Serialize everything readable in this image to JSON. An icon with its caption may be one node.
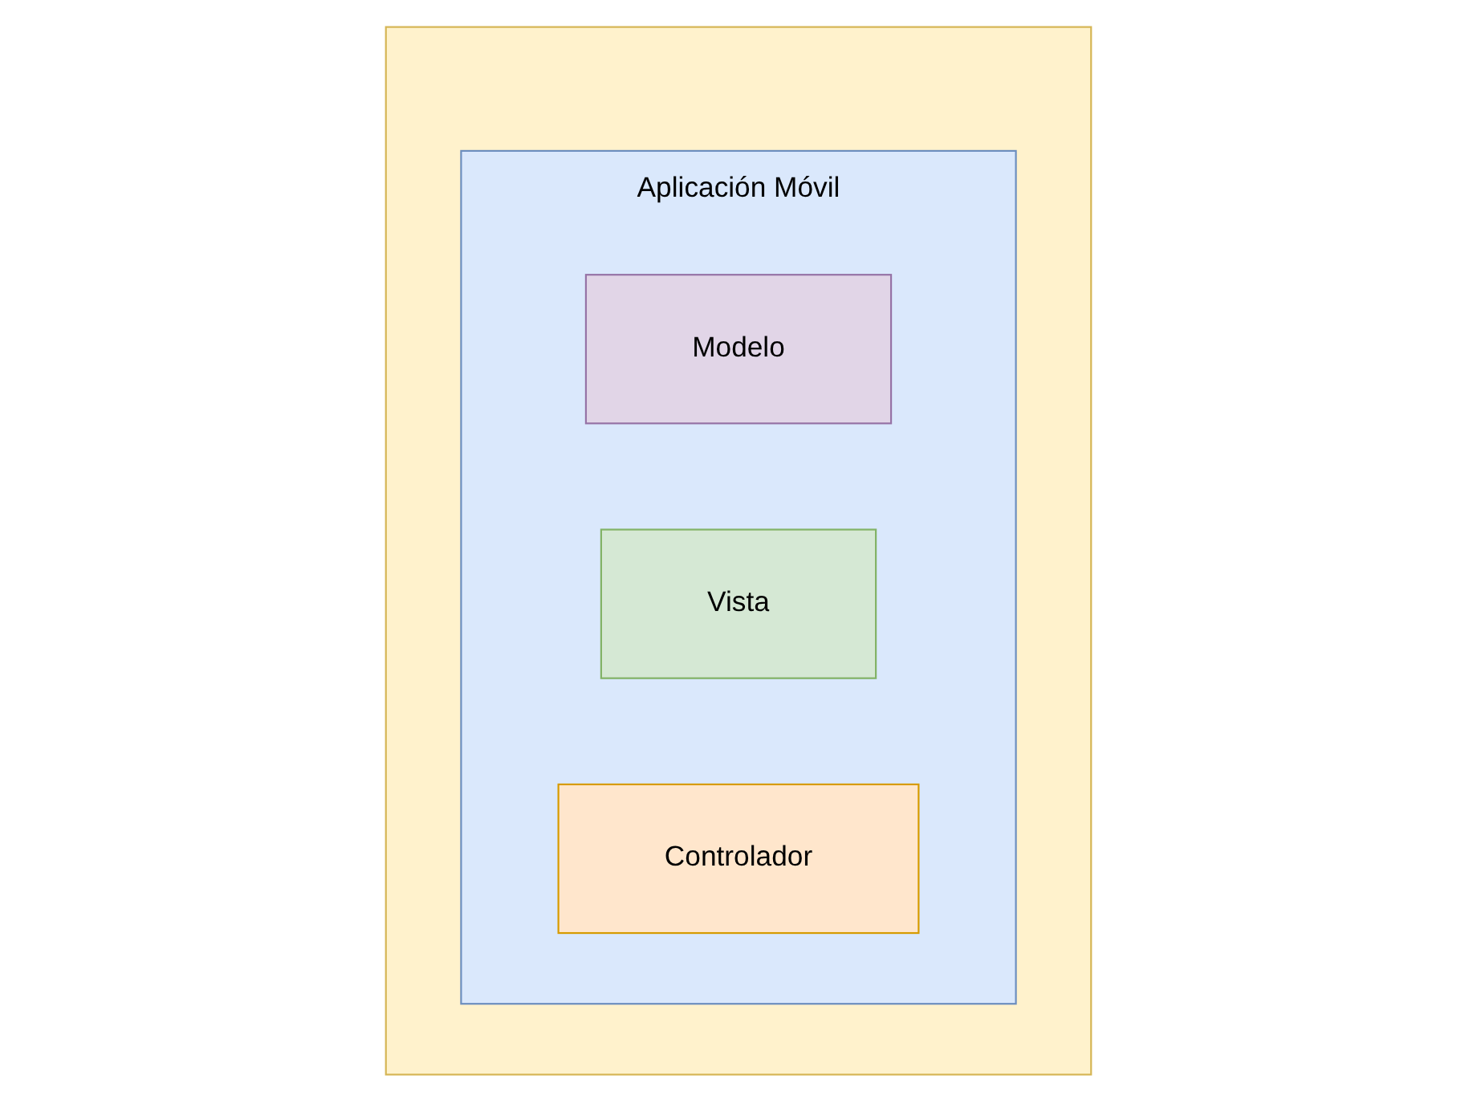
{
  "diagram": {
    "nodes": [
      {
        "text": [],
        "shape": "box"
      },
      {
        "text": [
          "Aplicación Móvil"
        ],
        "in": 0
      },
      {
        "text": [
          "Modelo"
        ],
        "in": 1
      },
      {
        "text": [
          "Vista"
        ],
        "in": 1
      },
      {
        "text": [
          "Controlador"
        ],
        "in": 1
      }
    ]
  }
}
